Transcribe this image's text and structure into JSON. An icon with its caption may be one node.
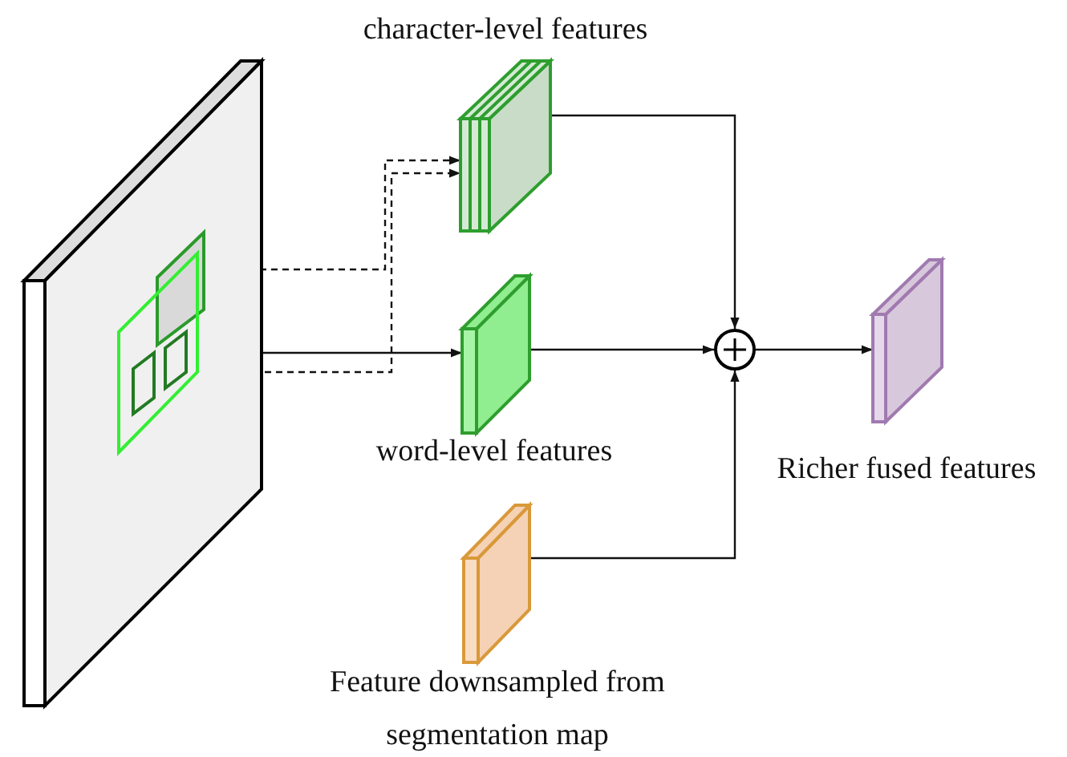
{
  "diagram": {
    "nodes": [
      {
        "text": [],
        "shape": "box"
      },
      {
        "text": [],
        "shape": "box",
        "in": 0
      },
      {
        "text": [],
        "shape": "box",
        "in": 0
      },
      {
        "text": [],
        "shape": "box",
        "in": 2
      },
      {
        "text": [],
        "shape": "box",
        "in": 2
      },
      {
        "text": [
          "character-level features"
        ]
      },
      {
        "text": [
          "word-level features"
        ]
      },
      {
        "text": [
          "Feature downsampled from segmentation map"
        ]
      },
      {
        "text": [],
        "shape": "circle"
      },
      {
        "text": [
          "Richer fused features"
        ]
      }
    ],
    "edges": [
      {
        "from": 1,
        "to": 5,
        "arrow": "to",
        "style": "dashed"
      },
      {
        "from": 4,
        "to": 5,
        "arrow": "to",
        "style": "dashed"
      },
      {
        "from": 2,
        "to": 6,
        "arrow": "to"
      },
      {
        "from": 5,
        "to": 8,
        "arrow": "to"
      },
      {
        "from": 6,
        "to": 8,
        "arrow": "to"
      },
      {
        "from": 7,
        "to": 8,
        "arrow": "to"
      },
      {
        "from": 8,
        "to": 9,
        "arrow": "to"
      }
    ]
  }
}
